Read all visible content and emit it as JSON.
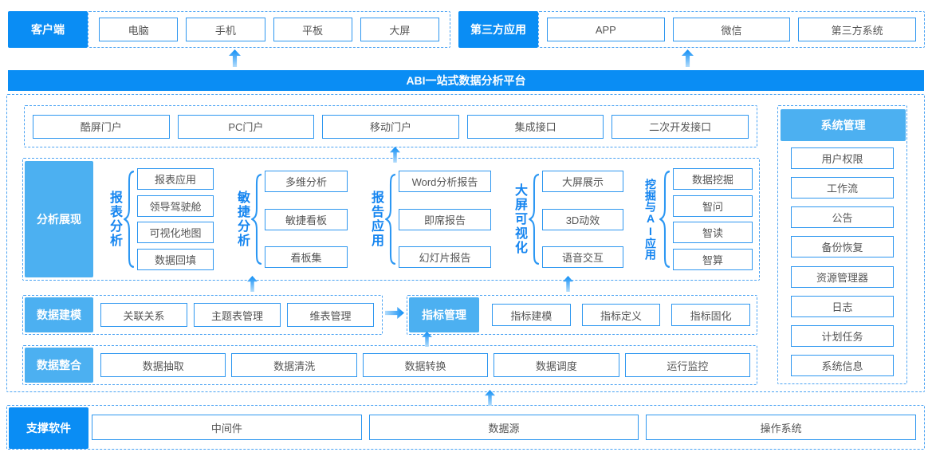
{
  "colors": {
    "primary": "#0a8df4",
    "light_blue": "#4cb0f1",
    "node_border": "#2e97f0",
    "dash_border": "#4ba3f3",
    "accent_text": "#1585f0"
  },
  "banner": {
    "title": "ABI一站式数据分析平台"
  },
  "client": {
    "label": "客户端",
    "items": [
      "电脑",
      "手机",
      "平板",
      "大屏"
    ]
  },
  "third_party": {
    "label": "第三方应用",
    "items": [
      "APP",
      "微信",
      "第三方系统"
    ]
  },
  "portals": {
    "items": [
      "酷屏门户",
      "PC门户",
      "移动门户",
      "集成接口",
      "二次开发接口"
    ]
  },
  "analysis": {
    "label": "分析展现",
    "groups": [
      {
        "name": "报表分析",
        "items": [
          "报表应用",
          "领导驾驶舱",
          "可视化地图",
          "数据回填"
        ]
      },
      {
        "name": "敏捷分析",
        "items": [
          "多维分析",
          "敏捷看板",
          "看板集"
        ]
      },
      {
        "name": "报告应用",
        "items": [
          "Word分析报告",
          "即席报告",
          "幻灯片报告"
        ]
      },
      {
        "name": "大屏可视化",
        "items": [
          "大屏展示",
          "3D动效",
          "语音交互"
        ]
      },
      {
        "name": "挖掘与AI应用",
        "items": [
          "数据挖掘",
          "智问",
          "智读",
          "智算"
        ]
      }
    ]
  },
  "modeling": {
    "label": "数据建模",
    "items": [
      "关联关系",
      "主题表管理",
      "维表管理"
    ]
  },
  "indicators": {
    "label": "指标管理",
    "items": [
      "指标建模",
      "指标定义",
      "指标固化"
    ]
  },
  "integration": {
    "label": "数据整合",
    "items": [
      "数据抽取",
      "数据清洗",
      "数据转换",
      "数据调度",
      "运行监控"
    ]
  },
  "system": {
    "label": "系统管理",
    "items": [
      "用户权限",
      "工作流",
      "公告",
      "备份恢复",
      "资源管理器",
      "日志",
      "计划任务",
      "系统信息"
    ]
  },
  "support": {
    "label": "支撑软件",
    "items": [
      "中间件",
      "数据源",
      "操作系统"
    ]
  }
}
